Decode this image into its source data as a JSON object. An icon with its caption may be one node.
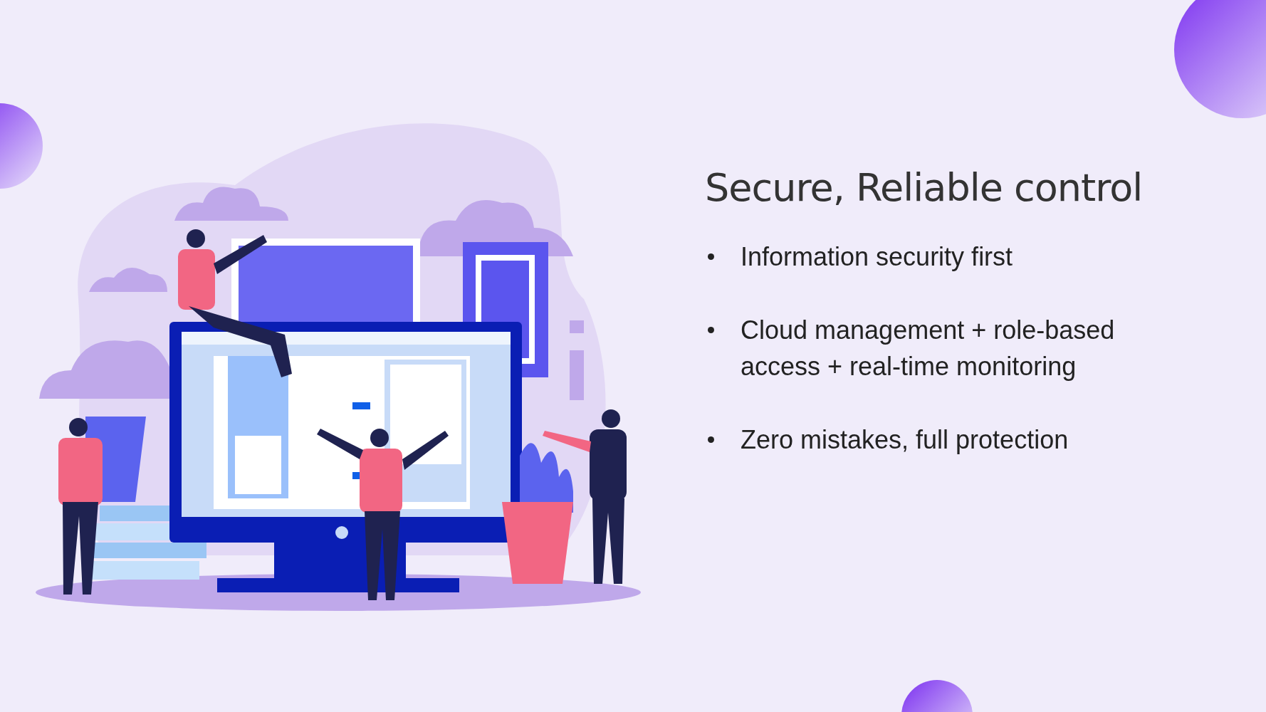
{
  "diagram": {
    "title": "Secure, Reliable control",
    "labels": [
      "Information security first",
      "Cloud management + role-based access + real-time monitoring",
      "Zero mistakes, full protection"
    ]
  }
}
